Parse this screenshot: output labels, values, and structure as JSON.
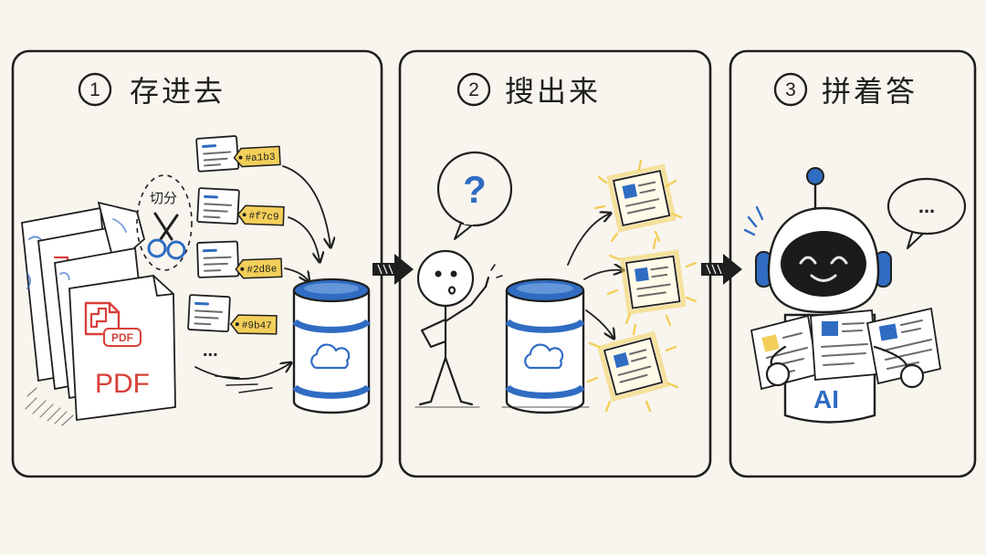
{
  "panels": [
    {
      "number": "1",
      "title": "存进去"
    },
    {
      "number": "2",
      "title": "搜出来"
    },
    {
      "number": "3",
      "title": "拼着答"
    }
  ],
  "ingest": {
    "split_label": "切分",
    "pdf_icon_label": "PDF",
    "pdf_label": "PDF",
    "chunk_tags": [
      "#a1b3",
      "#f7c9",
      "#2d8e",
      "#9b47"
    ],
    "more_chunks": "..."
  },
  "retrieve": {
    "question_mark": "?"
  },
  "answer": {
    "thought_bubble": "...",
    "robot_label": "AI"
  },
  "colors": {
    "accent_blue": "#2f6cc2",
    "tag_yellow": "#f3cf5a",
    "pdf_red": "#d8403a",
    "ink": "#1f1f1f",
    "paper": "#f8f5ee"
  }
}
